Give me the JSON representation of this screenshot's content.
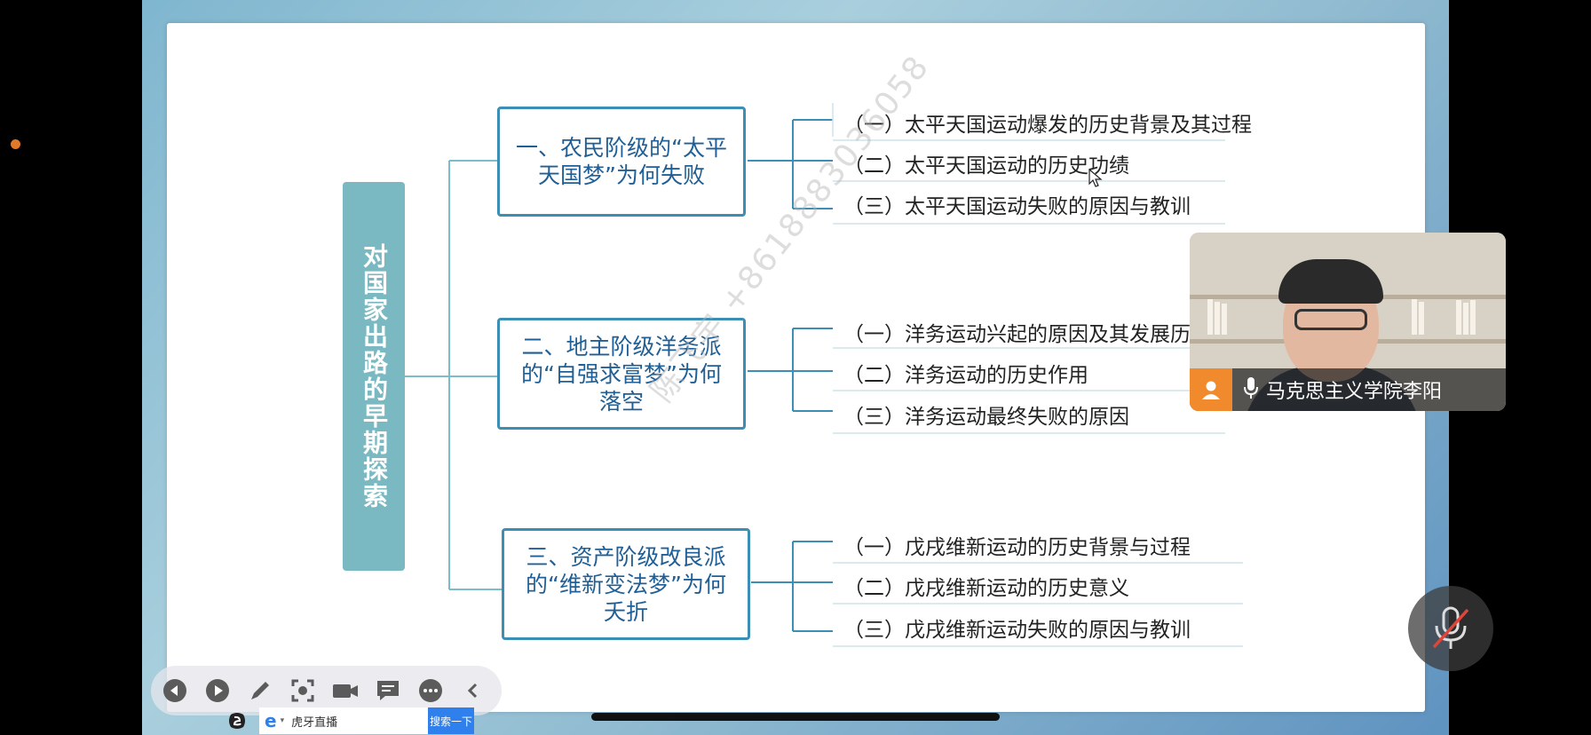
{
  "title": "对国家出路的早期探索",
  "sections": [
    {
      "label": "一、农民阶级的“太平天国梦”为何失败",
      "items": [
        "（一）太平天国运动爆发的历史背景及其过程",
        "（二）太平天国运动的历史功绩",
        "（三）太平天国运动失败的原因与教训"
      ]
    },
    {
      "label": "二、地主阶级洋务派的“自强求富梦”为何落空",
      "items": [
        "（一）洋务运动兴起的原因及其发展历程",
        "（二）洋务运动的历史作用",
        "（三）洋务运动最终失败的原因"
      ]
    },
    {
      "label": "三、资产阶级改良派的“维新变法梦”为何夭折",
      "items": [
        "（一）戊戌维新运动的历史背景与过程",
        "（二）戊戌维新运动的历史意义",
        "（三）戊戌维新运动失败的原因与教训"
      ]
    }
  ],
  "watermark": "陈飞宇 +8618883036058",
  "video": {
    "name": "马克思主义学院李阳"
  },
  "taskbar": {
    "app_label": "虎牙直播",
    "search_label": "搜索一下"
  },
  "colors": {
    "accent": "#3d8eb5",
    "title_bg": "#7ab9c1",
    "avatar": "#f08a2c"
  }
}
